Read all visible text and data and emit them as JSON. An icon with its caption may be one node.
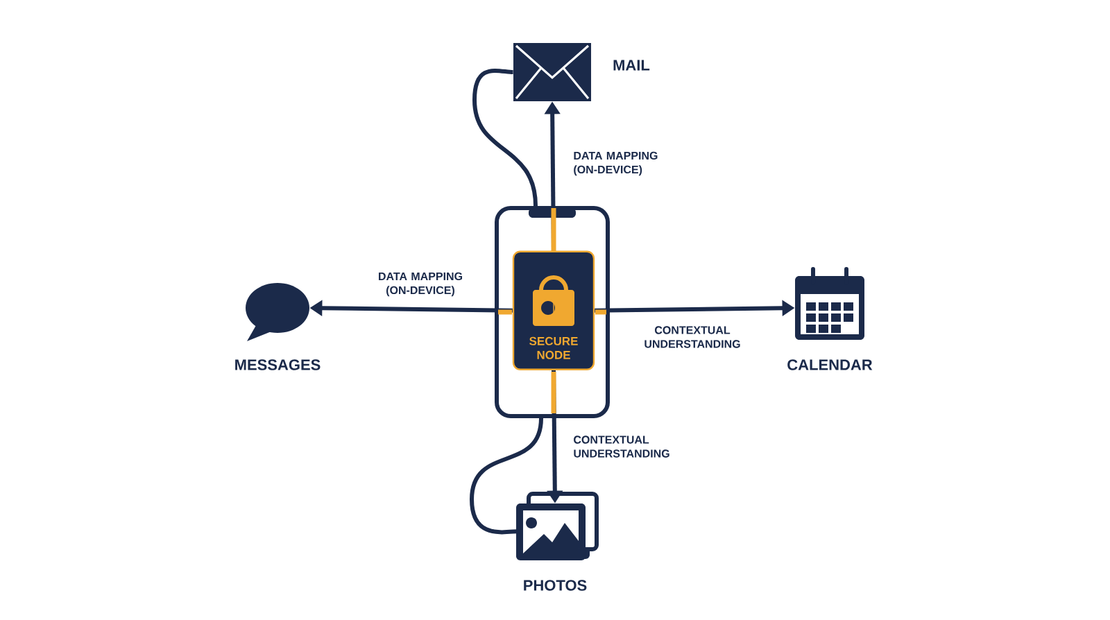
{
  "diagram": {
    "nodes": [
      {
        "text": [],
        "shape": "phone"
      },
      {
        "text": [
          "SECURE NODE"
        ],
        "in": 0
      },
      {
        "text": [],
        "shape": "envelope",
        "beside": [
          "MAIL"
        ]
      },
      {
        "text": [],
        "shape": "bubble",
        "beside": [
          "MESSAGES"
        ]
      },
      {
        "text": [],
        "shape": "calendar",
        "beside": [
          "CALENDAR"
        ]
      },
      {
        "text": [],
        "shape": "picture",
        "beside": [
          "PHOTOS"
        ]
      }
    ],
    "edges": [
      {
        "from": 1,
        "to": 2,
        "arrow": "to",
        "label": "DATA MAPPING (ON-DEVICE)"
      },
      {
        "from": 1,
        "to": 3,
        "arrow": "to",
        "label": "DATA MAPPING (ON-DEVICE)"
      },
      {
        "from": 1,
        "to": 4,
        "arrow": "to",
        "label": "CONTEXTUAL UNDERSTANDING"
      },
      {
        "from": 1,
        "to": 5,
        "arrow": "to",
        "label": "CONTEXTUAL UNDERSTANDING"
      },
      {
        "from": 0,
        "to": 2,
        "arrow": "none"
      },
      {
        "from": 0,
        "to": 5,
        "arrow": "none"
      }
    ]
  }
}
